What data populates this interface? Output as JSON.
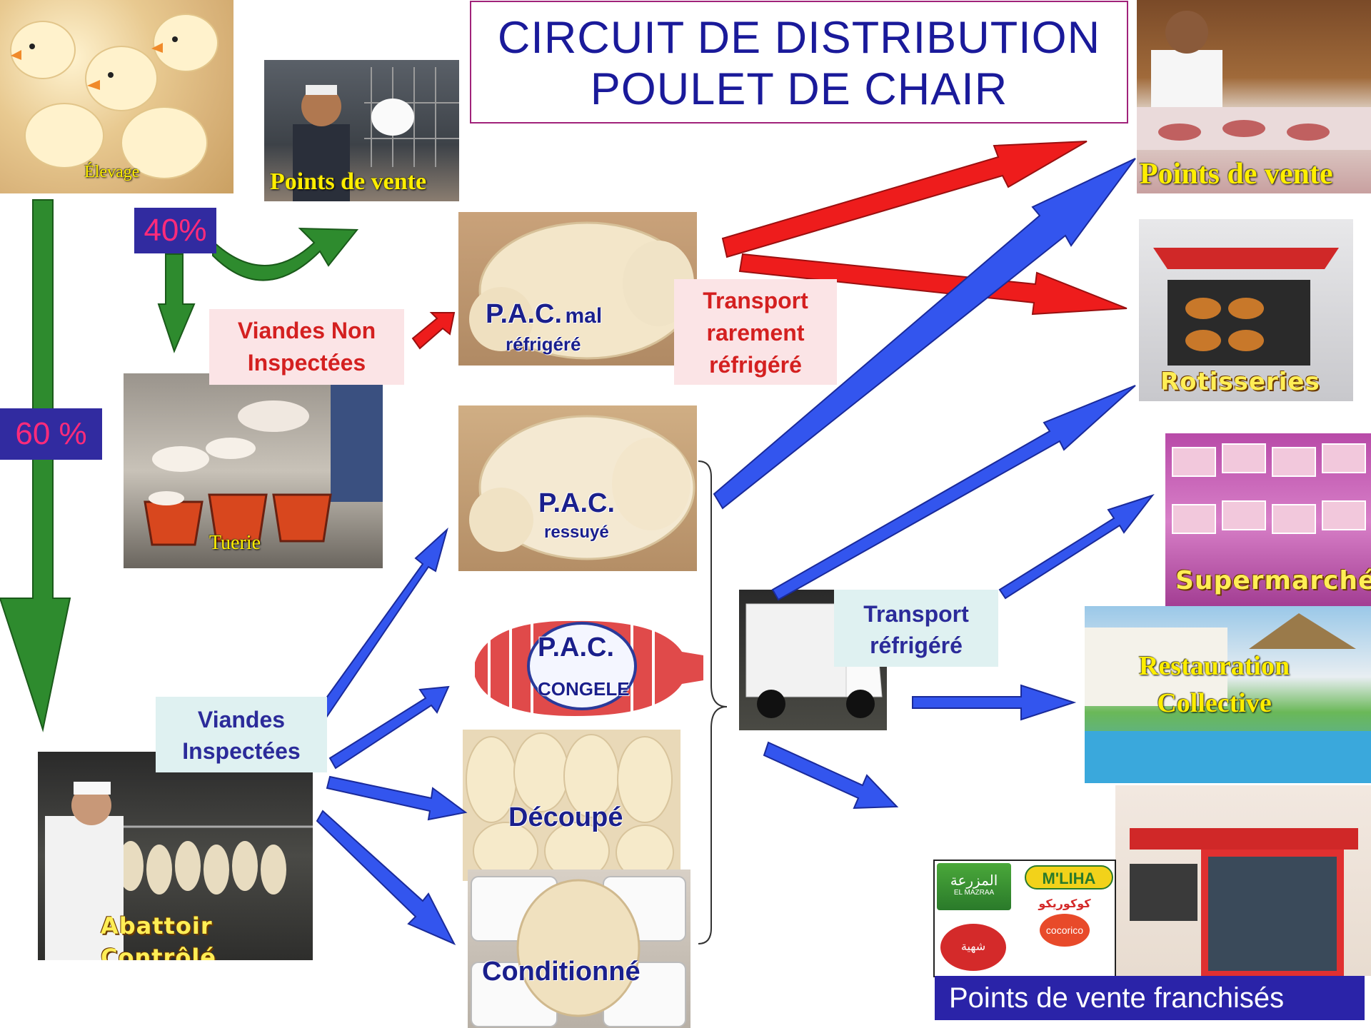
{
  "title": {
    "line1": "CIRCUIT DE DISTRIBUTION",
    "line2": "POULET DE CHAIR"
  },
  "colors": {
    "green_arrow": "#2e8b2e",
    "red_arrow": "#ee1c1c",
    "blue_arrow": "#3355ee",
    "title_text": "#1a1a9a",
    "title_border": "#a0227a"
  },
  "nodes": {
    "elevage": "Élevage",
    "points_vente_left": "Points de vente",
    "tuerie": "Tuerie",
    "abattoir_line1": "Abattoir",
    "abattoir_line2": "Contrôlé",
    "pac_mal_main": "P.A.C.",
    "pac_mal_suffix": "mal",
    "pac_mal_sub": "réfrigéré",
    "pac_ressuye_main": "P.A.C.",
    "pac_ressuye_sub": "ressuyé",
    "pac_congele_main": "P.A.C.",
    "pac_congele_sub": "CONGELE",
    "decoupe": "Découpé",
    "conditionne": "Conditionné",
    "points_vente_right": "Points de vente",
    "rotisseries": "Rotisseries",
    "supermarche": "Supermarché",
    "restauration_line1": "Restauration",
    "restauration_line2": "Collective",
    "franchises": "Points de vente franchisés"
  },
  "percent": {
    "forty": "40%",
    "sixty": "60 %"
  },
  "labels": {
    "viandes_non_line1": "Viandes Non",
    "viandes_non_line2": "Inspectées",
    "viandes_insp_line1": "Viandes",
    "viandes_insp_line2": "Inspectées",
    "transport_rare_line1": "Transport",
    "transport_rare_line2": "rarement",
    "transport_rare_line3": "réfrigéré",
    "transport_ref_line1": "Transport",
    "transport_ref_line2": "réfrigéré"
  },
  "brands": {
    "el_mazraa_ar": "المزرعة",
    "el_mazraa": "EL MAZRAA",
    "mliha": "M'LIHA",
    "cocorico": "cocorico",
    "chahia_ar": "شهية",
    "cocorico_ar": "كوكوريكو"
  }
}
